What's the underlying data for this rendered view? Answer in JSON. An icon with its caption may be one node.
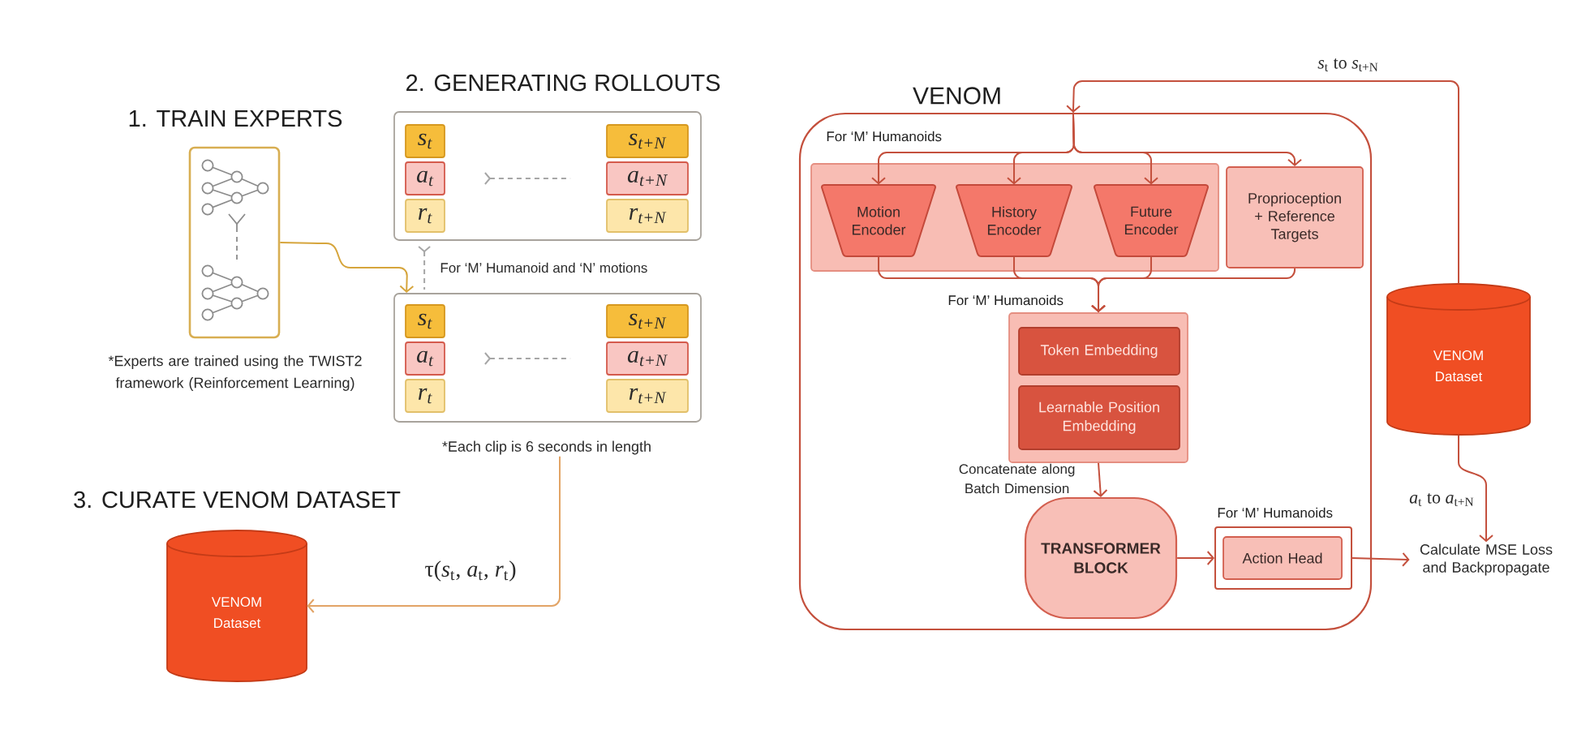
{
  "diagram": {
    "nodes": [
      {
        "text": [
          "1. TRAIN EXPERTS"
        ],
        "beside": [
          "*Experts are trained using the TWIST2 framework (Reinforcement Learning)"
        ]
      },
      {
        "text": [
          "2. GENERATING ROLLOUTS"
        ]
      },
      {
        "text": [
          "s$_{t}$"
        ],
        "in": 1
      },
      {
        "text": [
          "a$_{t}$"
        ],
        "in": 1
      },
      {
        "text": [
          "r$_{t}$"
        ],
        "in": 1
      },
      {
        "text": [
          "s$_{t+N}$"
        ],
        "in": 1
      },
      {
        "text": [
          "a$_{t+N}$"
        ],
        "in": 1
      },
      {
        "text": [
          "r$_{t+N}$"
        ],
        "in": 1
      },
      {
        "text": [],
        "shape": "box"
      },
      {
        "text": [
          "s$_{t}$"
        ],
        "in": 8
      },
      {
        "text": [
          "a$_{t}$"
        ],
        "in": 8
      },
      {
        "text": [
          "r$_{t}$"
        ],
        "in": 8
      },
      {
        "text": [
          "s$_{t+N}$"
        ],
        "in": 8
      },
      {
        "text": [
          "a$_{t+N}$"
        ],
        "in": 8
      },
      {
        "text": [
          "r$_{t+N}$"
        ],
        "in": 8
      },
      {
        "text": [
          "*Each clip is 6 seconds in length"
        ]
      },
      {
        "text": [
          "3. CURATE VENOM DATASET",
          "VENOM Dataset"
        ]
      },
      {
        "text": [
          "VENOM"
        ]
      },
      {
        "text": [
          "For ‘M’ Humanoids"
        ],
        "in": 17
      },
      {
        "text": [
          "Motion Encoder"
        ],
        "in": 18
      },
      {
        "text": [
          "History Encoder"
        ],
        "in": 18
      },
      {
        "text": [
          "Future Encoder"
        ],
        "in": 18
      },
      {
        "text": [
          "Proprioception + Reference Targets"
        ],
        "in": 17
      },
      {
        "text": [
          "For ‘M’ Humanoids"
        ],
        "in": 17
      },
      {
        "text": [
          "Token Embedding"
        ],
        "in": 23
      },
      {
        "text": [
          "Learnable Position Embedding"
        ],
        "in": 23
      },
      {
        "text": [
          "TRANSFORMER BLOCK"
        ],
        "in": 17
      },
      {
        "text": [
          "For ‘M’ Humanoids"
        ],
        "in": 17
      },
      {
        "text": [
          "Action Head"
        ],
        "in": 27
      },
      {
        "text": [
          "Calculate MSE Loss and Backpropagate"
        ]
      },
      {
        "text": [
          "VENOM Dataset"
        ]
      }
    ],
    "edges": [
      {
        "from": 0,
        "to": 8,
        "arrow": "to",
        "color": "#d6a53c"
      },
      {
        "from": 3,
        "to": 6,
        "arrow": "other",
        "style": "dashed",
        "color": "#a6a6a6"
      },
      {
        "from": 1,
        "to": 8,
        "arrow": "other",
        "style": "dashed",
        "color": "#a6a6a6",
        "label": "For ‘M’ Humanoid and ‘N’ motions"
      },
      {
        "from": 10,
        "to": 13,
        "arrow": "other",
        "style": "dashed",
        "color": "#a6a6a6"
      },
      {
        "from": 15,
        "to": 16,
        "arrow": "to",
        "color": "#e2a466",
        "label": "τ(*s*$_{t}$, *a*$_{t}$, *r*$_{t}$)"
      },
      {
        "from": 30,
        "to": 17,
        "arrow": "to",
        "label": "*s*$_{t}$ to *s*$_{t+N}$"
      },
      {
        "from": 17,
        "to": 19,
        "arrow": "to"
      },
      {
        "from": 17,
        "to": 20,
        "arrow": "to"
      },
      {
        "from": 17,
        "to": 21,
        "arrow": "to"
      },
      {
        "from": 17,
        "to": 22,
        "arrow": "to"
      },
      {
        "from": 19,
        "to": 23,
        "arrow": "to"
      },
      {
        "from": 20,
        "to": 23,
        "arrow": "to"
      },
      {
        "from": 21,
        "to": 23,
        "arrow": "to"
      },
      {
        "from": 22,
        "to": 23,
        "arrow": "to"
      },
      {
        "from": 23,
        "to": 26,
        "arrow": "to",
        "label": "Concatenate along Batch Dimension"
      },
      {
        "from": 26,
        "to": 27,
        "arrow": "to"
      },
      {
        "from": 27,
        "to": 29,
        "arrow": "to"
      },
      {
        "from": 30,
        "to": 29,
        "arrow": "to",
        "label": "*a*$_{t}$ to *a*$_{t+N}$"
      }
    ]
  }
}
